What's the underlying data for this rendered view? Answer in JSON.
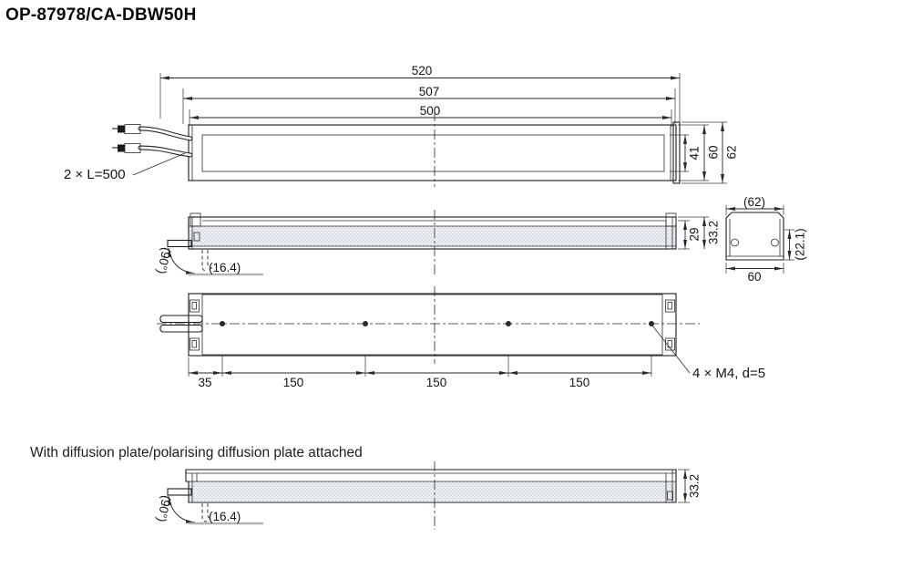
{
  "page_title": "OP-87978/CA-DBW50H",
  "colors": {
    "body_fill": "#e9edf1",
    "line": "#1c1c1c"
  },
  "front_view": {
    "dim_overall_length": "520",
    "dim_cap_length": "507",
    "dim_housing_length": "500",
    "cable_label": "2 × L=500",
    "dim_lens_height": "41",
    "dim_body_height": "60",
    "dim_total_height": "62"
  },
  "side_view": {
    "dim_body_height": "29",
    "dim_total_height": "33.2",
    "dim_cable_offset": "(16.4)",
    "dim_cable_bend": "(90°)"
  },
  "end_view": {
    "dim_width_top": "(62)",
    "dim_width_bottom": "60",
    "dim_height_side": "(22.1)"
  },
  "back_view": {
    "dim_edge_to_hole": "35",
    "dim_hole_pitch_1": "150",
    "dim_hole_pitch_2": "150",
    "dim_hole_pitch_3": "150",
    "hole_label": "4 × M4, d=5"
  },
  "diffusion_view": {
    "caption": "With diffusion plate/polarising diffusion plate attached",
    "dim_total_height": "33.2",
    "dim_cable_offset": "(16.4)",
    "dim_cable_bend": "(90°)"
  }
}
